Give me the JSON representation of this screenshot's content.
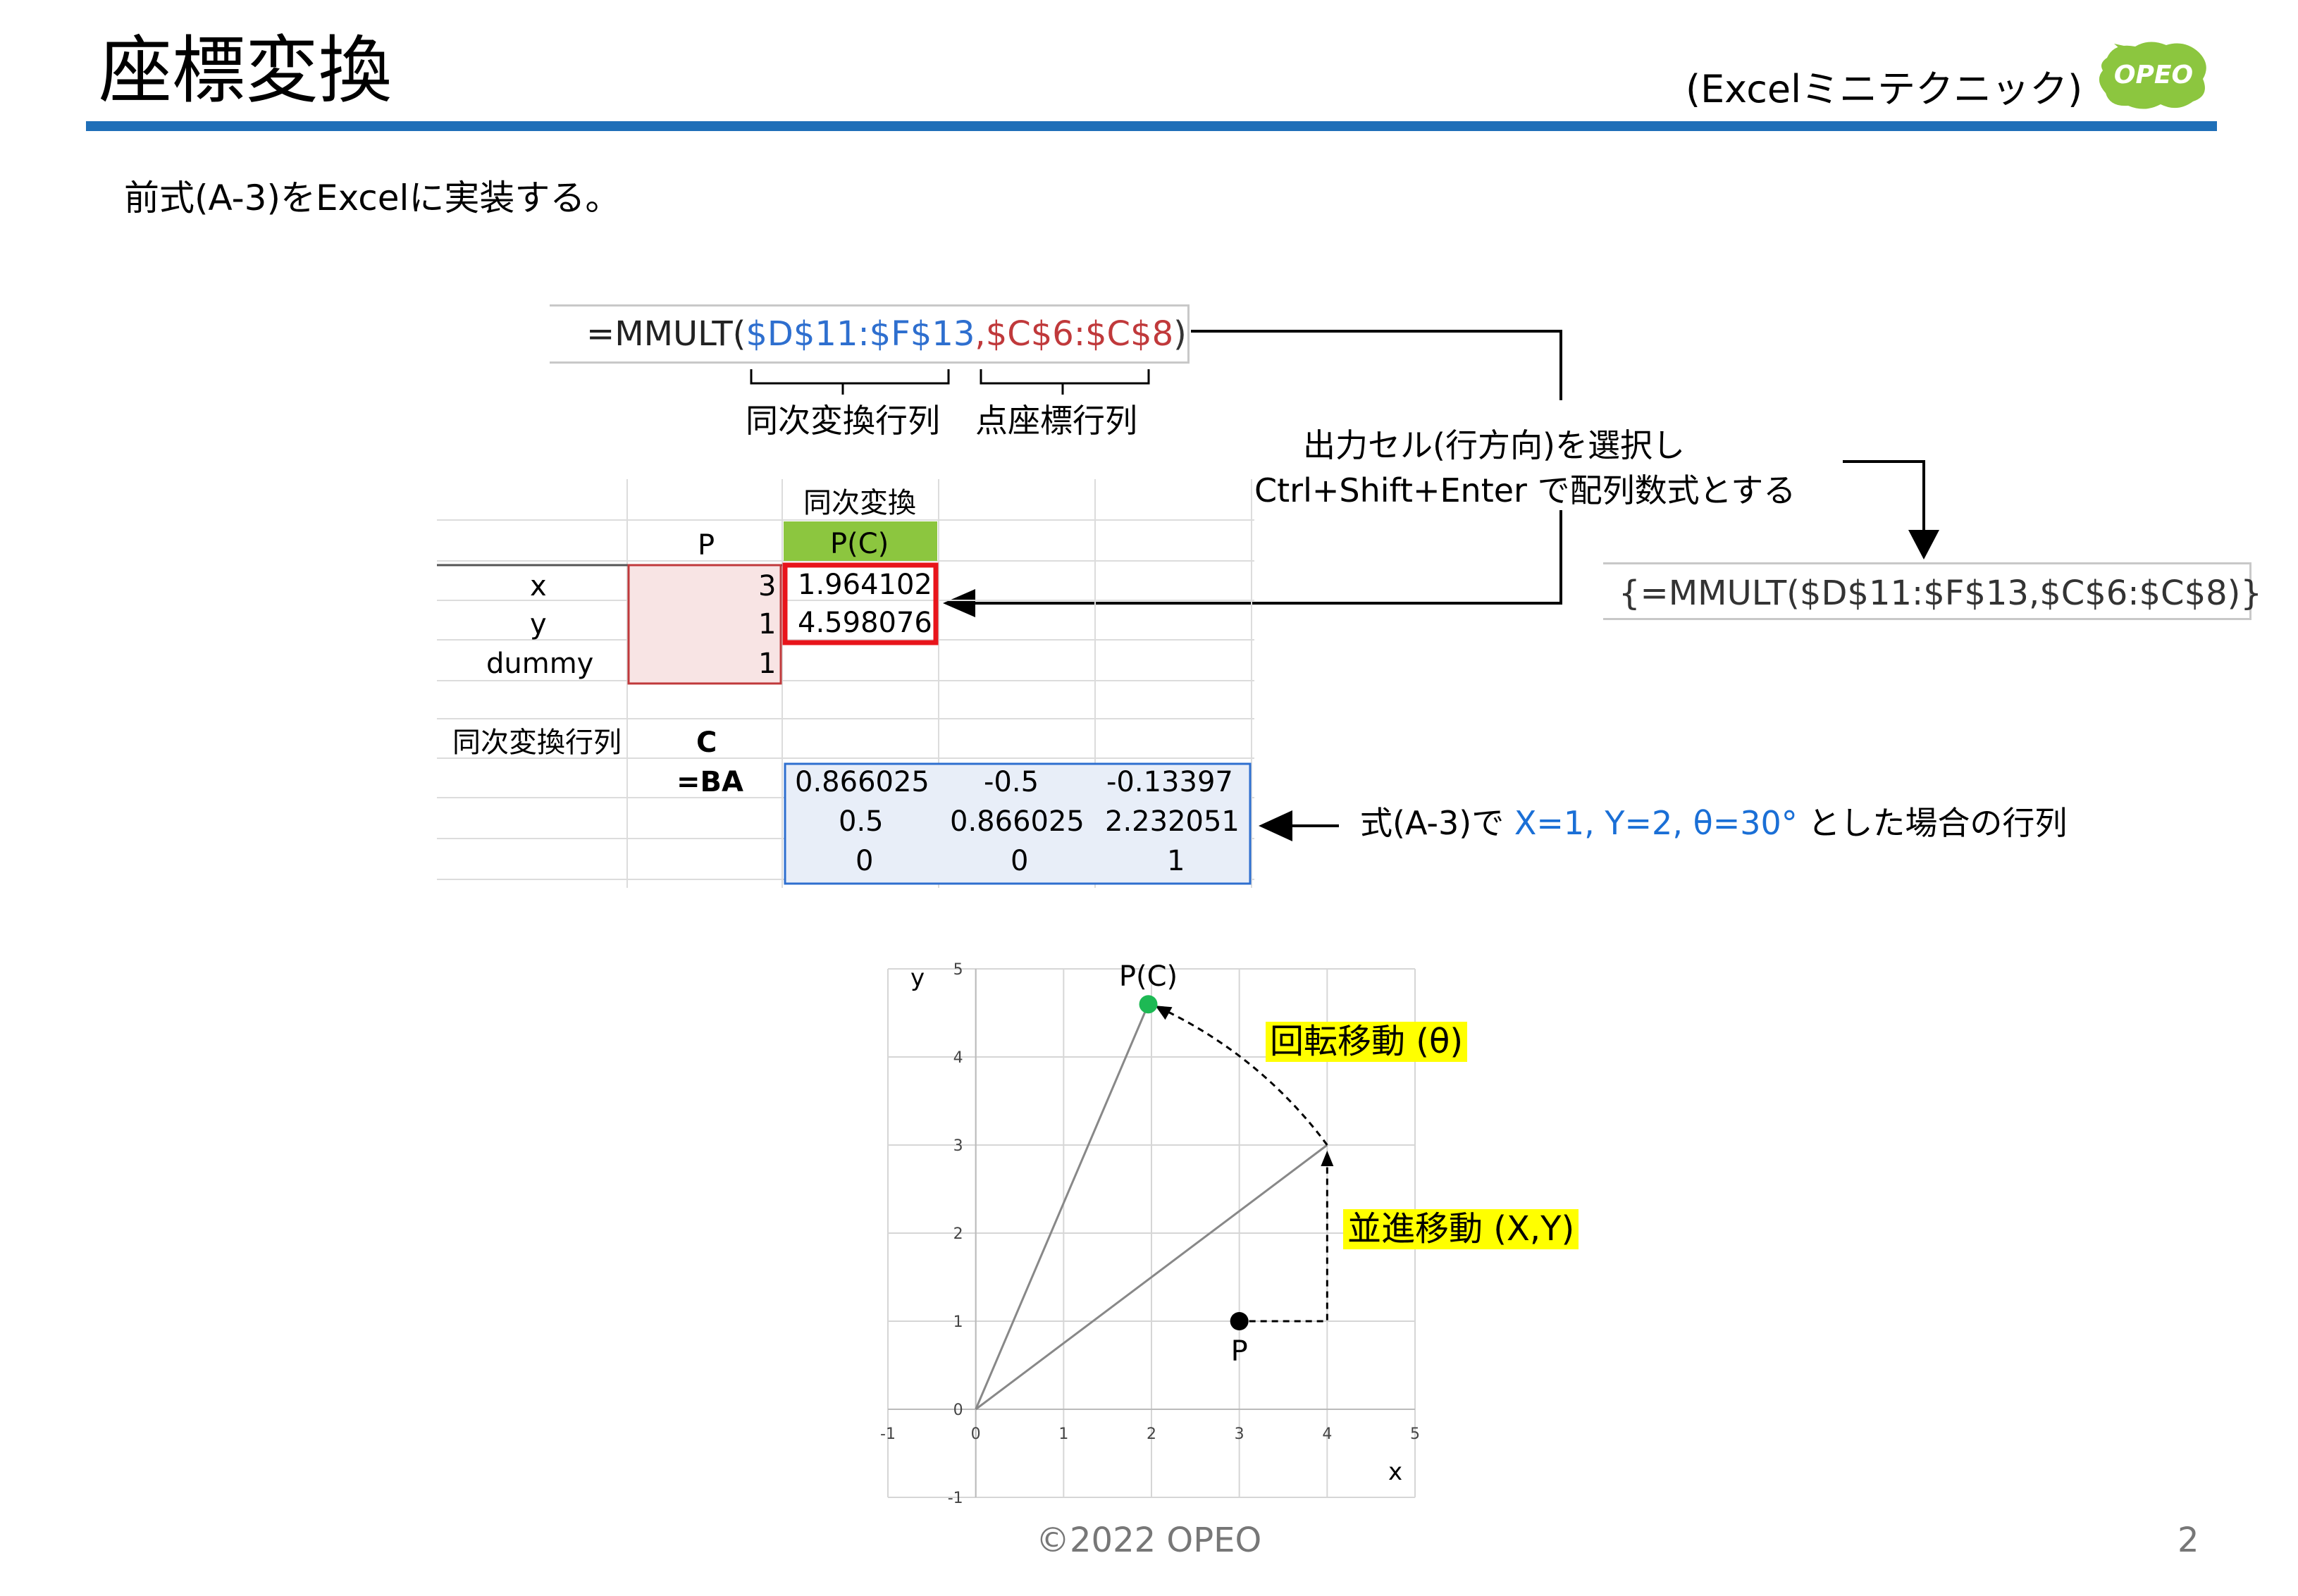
{
  "header": {
    "title": "座標変換",
    "subtitle": "(Excelミニテクニック)",
    "logo_text": "OPEO",
    "rule_color": "#1f6fb8"
  },
  "intro_text": "前式(A-3)をExcelに実装する。",
  "formula_bar": {
    "prefix": "=MMULT(",
    "arg1": "$D$11:$F$13",
    "comma": ",",
    "arg2": "$C$6:$C$8",
    "suffix": ")",
    "arg1_color": "#2e6fcf",
    "arg2_color": "#c0393b"
  },
  "brace_labels": {
    "arg1": "同次変換行列",
    "arg2": "点座標行列"
  },
  "instruction": {
    "line1": "出力セル(行方向)を選択し",
    "line2": "Ctrl+Shift+Enter で配列数式とする"
  },
  "array_formula": "{=MMULT($D$11:$F$13,$C$6:$C$8)}",
  "spreadsheet": {
    "header_top": "同次変換",
    "col_p": "P",
    "col_pc": "P(C)",
    "rows": [
      {
        "label": "x",
        "p": "3",
        "pc": "1.964102"
      },
      {
        "label": "y",
        "p": "1",
        "pc": "4.598076"
      },
      {
        "label": "dummy",
        "p": "1",
        "pc": ""
      }
    ],
    "matrix_label": "同次変換行列",
    "matrix_c": "C",
    "matrix_eq": "=BA",
    "matrix": [
      [
        "0.866025",
        "-0.5",
        "-0.13397"
      ],
      [
        "0.5",
        "0.866025",
        "2.232051"
      ],
      [
        "0",
        "0",
        "1"
      ]
    ],
    "pc_header_color": "#8cc63f",
    "p_fill_color": "#f8e4e4",
    "matrix_fill_color": "#e8eef8"
  },
  "matrix_caption": {
    "prefix": "式(A-3)で ",
    "params": "X=1, Y=2, θ=30°",
    "suffix": " とした場合の行列"
  },
  "chart_data": {
    "type": "scatter",
    "title": "",
    "xlabel": "x",
    "ylabel": "y",
    "xlim": [
      -1,
      5
    ],
    "ylim": [
      -1,
      5
    ],
    "xticks": [
      "-1",
      "0",
      "1",
      "2",
      "3",
      "4",
      "5"
    ],
    "yticks": [
      "-1",
      "0",
      "1",
      "2",
      "3",
      "4",
      "5"
    ],
    "grid": true,
    "points": [
      {
        "label": "P",
        "x": 3,
        "y": 1,
        "color": "#000000"
      },
      {
        "label": "P(C)",
        "x": 1.964102,
        "y": 4.598076,
        "color": "#1db954"
      }
    ],
    "translated_point": {
      "x": 4,
      "y": 3
    },
    "annotations": {
      "rotation": "回転移動 (θ)",
      "translation": "並進移動 (X,Y)"
    }
  },
  "footer": {
    "copyright": "©2022 OPEO",
    "page": "2"
  }
}
